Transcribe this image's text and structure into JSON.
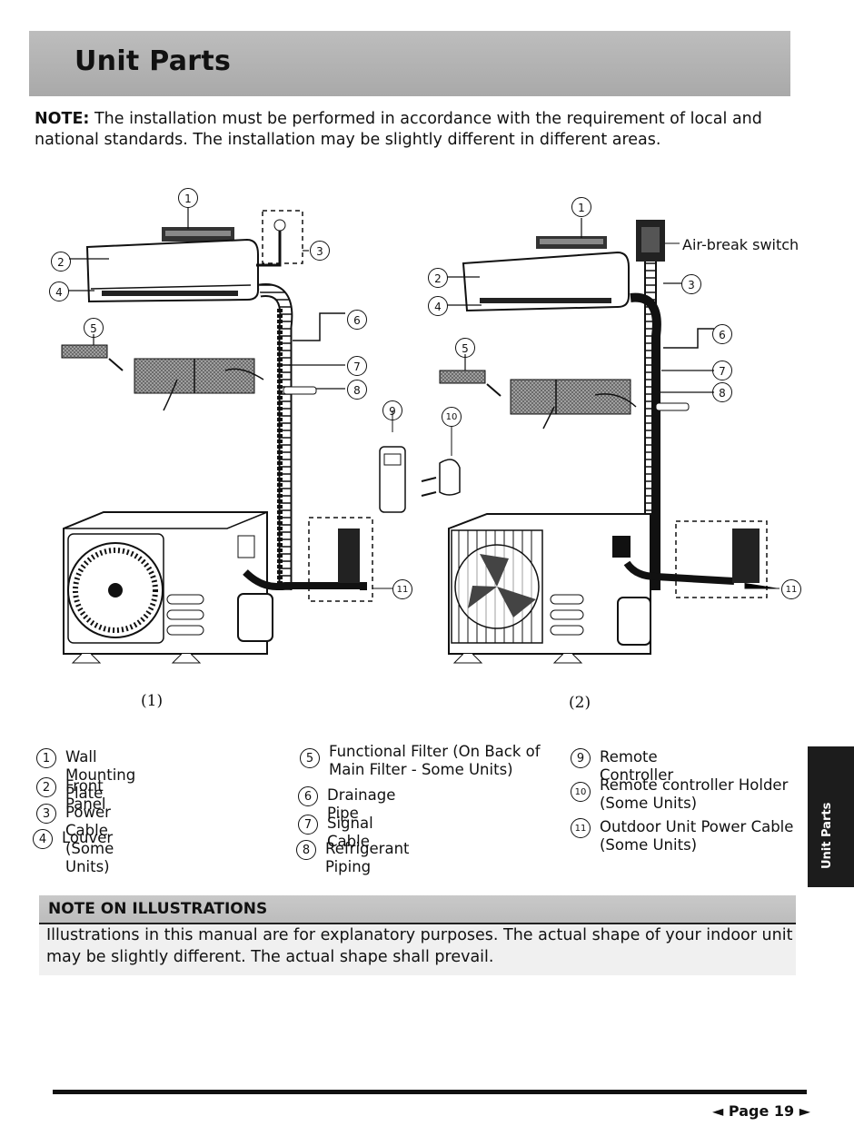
{
  "header": {
    "title": "Unit Parts"
  },
  "note": {
    "label": "NOTE:",
    "text": " The installation must be performed in accordance with the requirement of local and national standards. The installation may be slightly different in different areas."
  },
  "figure": {
    "caption_1": "(1)",
    "caption_2": "(2)",
    "callout_air_break": "Air-break switch",
    "callout_numbers": [
      "1",
      "2",
      "3",
      "4",
      "5",
      "6",
      "7",
      "8",
      "9",
      "10",
      "11"
    ]
  },
  "legend": [
    {
      "num": "1",
      "label": "Wall Mounting Plate"
    },
    {
      "num": "2",
      "label": "Front Panel"
    },
    {
      "num": "3",
      "label": "Power Cable (Some Units)"
    },
    {
      "num": "4",
      "label": "Louver"
    },
    {
      "num": "5",
      "label": "Functional Filter (On Back of Main Filter - Some Units)"
    },
    {
      "num": "6",
      "label": "Drainage Pipe"
    },
    {
      "num": "7",
      "label": "Signal Cable"
    },
    {
      "num": "8",
      "label": "Refrigerant Piping"
    },
    {
      "num": "9",
      "label": "Remote Controller"
    },
    {
      "num": "10",
      "label": "Remote controller Holder (Some Units)"
    },
    {
      "num": "11",
      "label": "Outdoor Unit Power Cable (Some Units)"
    }
  ],
  "side_tab": {
    "label": "Unit Parts"
  },
  "illustrations_note": {
    "heading": "NOTE ON ILLUSTRATIONS",
    "text": "Illustrations in this manual are for explanatory purposes. The actual shape of your indoor unit may be slightly different. The actual shape shall prevail."
  },
  "footer": {
    "page_label": "◄ Page  19 ►"
  }
}
